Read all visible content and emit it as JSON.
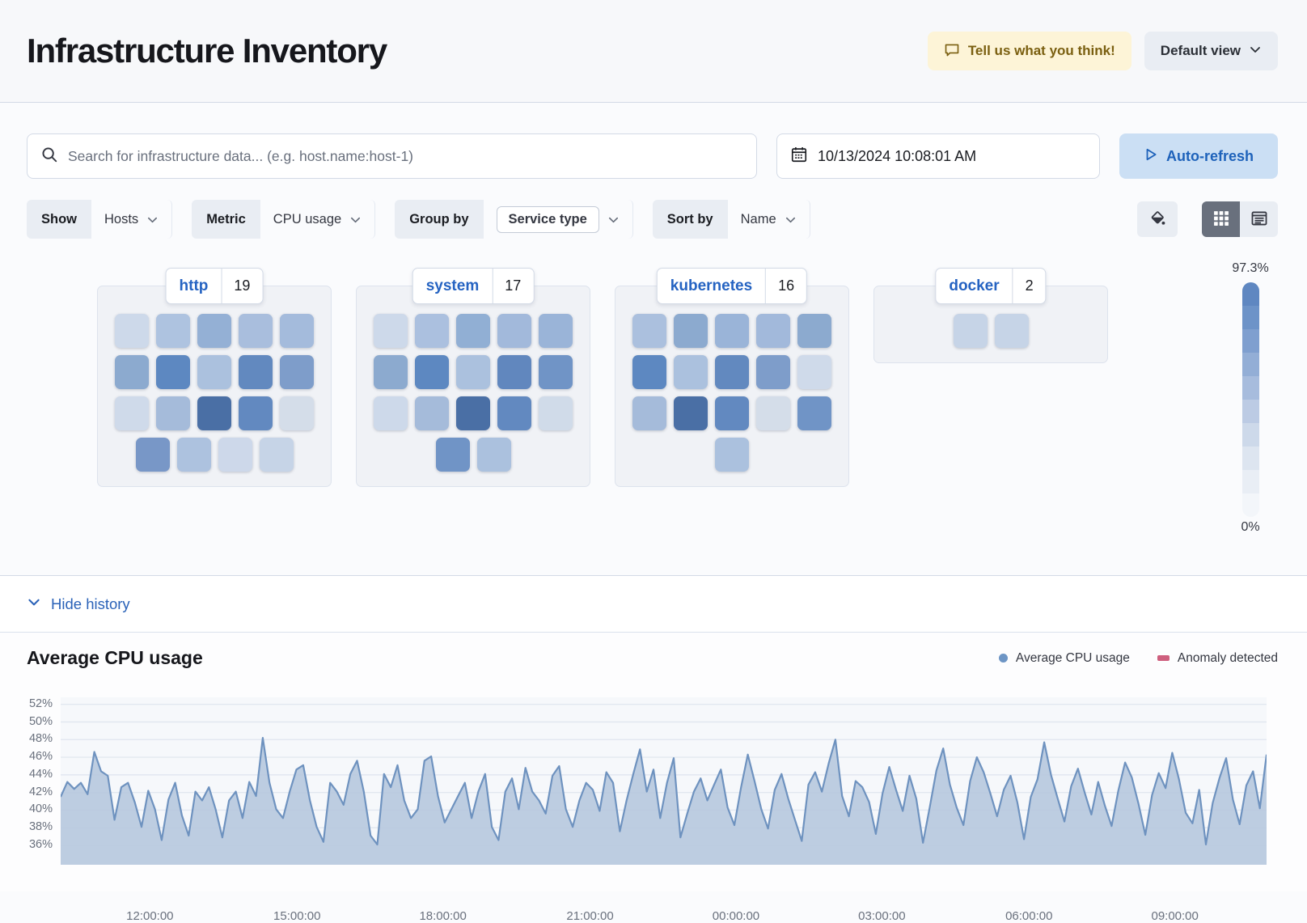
{
  "header": {
    "title": "Infrastructure Inventory",
    "feedback_label": "Tell us what you think!",
    "view_label": "Default view"
  },
  "controls": {
    "search_placeholder": "Search for infrastructure data... (e.g. host.name:host-1)",
    "date_value": "10/13/2024 10:08:01 AM",
    "auto_refresh_label": "Auto-refresh"
  },
  "filters": {
    "show": {
      "label": "Show",
      "value": "Hosts"
    },
    "metric": {
      "label": "Metric",
      "value": "CPU usage"
    },
    "group_by": {
      "label": "Group by",
      "value": "Service type"
    },
    "sort_by": {
      "label": "Sort by",
      "value": "Name"
    }
  },
  "view_toggle": {
    "icons": [
      "grid-view",
      "table-view"
    ],
    "active": "grid-view"
  },
  "scale_legend": {
    "max_label": "97.3%",
    "min_label": "0%",
    "steps": [
      "#5f87c1",
      "#6d93c8",
      "#7f9fcf",
      "#93aed6",
      "#a7bcdd",
      "#bccbe4",
      "#cdd9ea",
      "#dde5f0",
      "#e9eef5",
      "#f3f6fa"
    ]
  },
  "groups": [
    {
      "name": "http",
      "count": "19",
      "rows": [
        [
          "#cdd9ea",
          "#aec3e0",
          "#94b0d5",
          "#a9bedd",
          "#a4bbdc"
        ],
        [
          "#8caacf",
          "#5d88c1",
          "#abc1de",
          "#6289bf",
          "#7e9dca"
        ],
        [
          "#cfdaea",
          "#a5bbda",
          "#4a6fa5",
          "#6289c0",
          "#d4dde9"
        ],
        [
          "#7897c7",
          "#adc2df",
          "#cdd8ea",
          "#c6d4e7"
        ]
      ]
    },
    {
      "name": "system",
      "count": "17",
      "rows": [
        [
          "#cdd9ea",
          "#abc0df",
          "#91afd4",
          "#a2b9db",
          "#9ab4d8"
        ],
        [
          "#8caacf",
          "#5d88c1",
          "#abc1de",
          "#6187be",
          "#7094c6"
        ],
        [
          "#cdd9ea",
          "#a5bbda",
          "#4a6fa5",
          "#6289c0",
          "#d0dbe9"
        ],
        [
          "#7094c6",
          "#abc1de"
        ]
      ]
    },
    {
      "name": "kubernetes",
      "count": "16",
      "rows": [
        [
          "#abc0de",
          "#8caacf",
          "#9ab4d8",
          "#a2b9db",
          "#8caacf"
        ],
        [
          "#5d88c1",
          "#abc1de",
          "#6289bf",
          "#7e9dca",
          "#cfdaea"
        ],
        [
          "#a5bbda",
          "#4a6fa5",
          "#6289c0",
          "#d4dde9",
          "#7094c6"
        ],
        [
          "#abc1de"
        ]
      ]
    },
    {
      "name": "docker",
      "count": "2",
      "rows": [
        [
          "#c6d4e7",
          "#c6d4e7"
        ]
      ]
    }
  ],
  "history": {
    "toggle_label": "Hide history"
  },
  "chart_data": {
    "type": "area",
    "title": "Average CPU usage",
    "legend": [
      {
        "label": "Average CPU usage",
        "color": "#6d95c5",
        "shape": "dot"
      },
      {
        "label": "Anomaly detected",
        "color": "#ce5f7e",
        "shape": "dash"
      }
    ],
    "line_color": "#6e92bf",
    "fill_color": "#b7c8de",
    "plot_bg": "#f6f8fb",
    "grid_color": "#e2e7f0",
    "ylim": [
      33.8,
      52.8
    ],
    "y_ticks": [
      "52%",
      "50%",
      "48%",
      "46%",
      "44%",
      "42%",
      "40%",
      "38%",
      "36%"
    ],
    "y_tick_values": [
      52,
      50,
      48,
      46,
      44,
      42,
      40,
      38,
      36
    ],
    "x_ticks": [
      {
        "label": "12:00:00",
        "frac": 0.074
      },
      {
        "label": "15:00:00",
        "frac": 0.196
      },
      {
        "label": "18:00:00",
        "frac": 0.317
      },
      {
        "label": "21:00:00",
        "frac": 0.439
      },
      {
        "label": "00:00:00",
        "frac": 0.56
      },
      {
        "label": "03:00:00",
        "frac": 0.681
      },
      {
        "label": "06:00:00",
        "frac": 0.803
      },
      {
        "label": "09:00:00",
        "frac": 0.924
      }
    ],
    "values": [
      41.5,
      43.2,
      42.4,
      43.1,
      41.8,
      46.6,
      44.4,
      43.9,
      38.9,
      42.6,
      43.1,
      40.9,
      38.1,
      42.2,
      40.1,
      36.6,
      41.2,
      43.1,
      39.4,
      37.1,
      42.1,
      41.1,
      42.6,
      40.1,
      36.9,
      41.1,
      42.1,
      39.1,
      43.2,
      41.6,
      48.2,
      43.1,
      40.1,
      39.1,
      42.1,
      44.6,
      45.1,
      41.1,
      38.1,
      36.4,
      43.1,
      42.1,
      40.6,
      44.1,
      45.6,
      42.1,
      37.1,
      36.1,
      44.1,
      42.6,
      45.1,
      41.1,
      39.1,
      40.1,
      45.6,
      46.1,
      41.6,
      38.6,
      40.1,
      41.6,
      43.1,
      39.1,
      42.1,
      44.1,
      38.1,
      36.6,
      42.1,
      43.6,
      40.1,
      44.8,
      42.1,
      41.1,
      39.6,
      43.9,
      45.0,
      40.1,
      38.1,
      41.1,
      43.1,
      42.3,
      39.9,
      44.3,
      43.1,
      37.6,
      41.1,
      44.1,
      46.9,
      42.1,
      44.6,
      39.1,
      43.1,
      45.9,
      36.9,
      39.6,
      42.1,
      43.6,
      41.1,
      42.9,
      44.6,
      40.3,
      38.3,
      42.6,
      46.3,
      43.3,
      40.1,
      37.9,
      42.3,
      44.1,
      41.3,
      38.9,
      36.5,
      42.9,
      44.3,
      42.1,
      45.3,
      48.0,
      41.6,
      39.3,
      43.3,
      42.6,
      40.9,
      37.3,
      41.9,
      44.9,
      42.3,
      39.9,
      43.9,
      41.3,
      36.3,
      40.3,
      44.5,
      47.0,
      42.9,
      40.3,
      38.3,
      43.3,
      46.0,
      44.3,
      41.9,
      39.3,
      42.3,
      43.9,
      40.9,
      36.7,
      41.5,
      43.5,
      47.7,
      44.0,
      41.3,
      38.7,
      42.7,
      44.7,
      42.0,
      39.5,
      43.2,
      40.5,
      38.2,
      42.2,
      45.4,
      43.7,
      40.7,
      37.2,
      41.7,
      44.2,
      42.5,
      46.5,
      43.5,
      39.7,
      38.5,
      42.3,
      36.1,
      40.8,
      43.6,
      45.9,
      41.2,
      38.4,
      42.8,
      44.4,
      40.2,
      46.3
    ]
  }
}
